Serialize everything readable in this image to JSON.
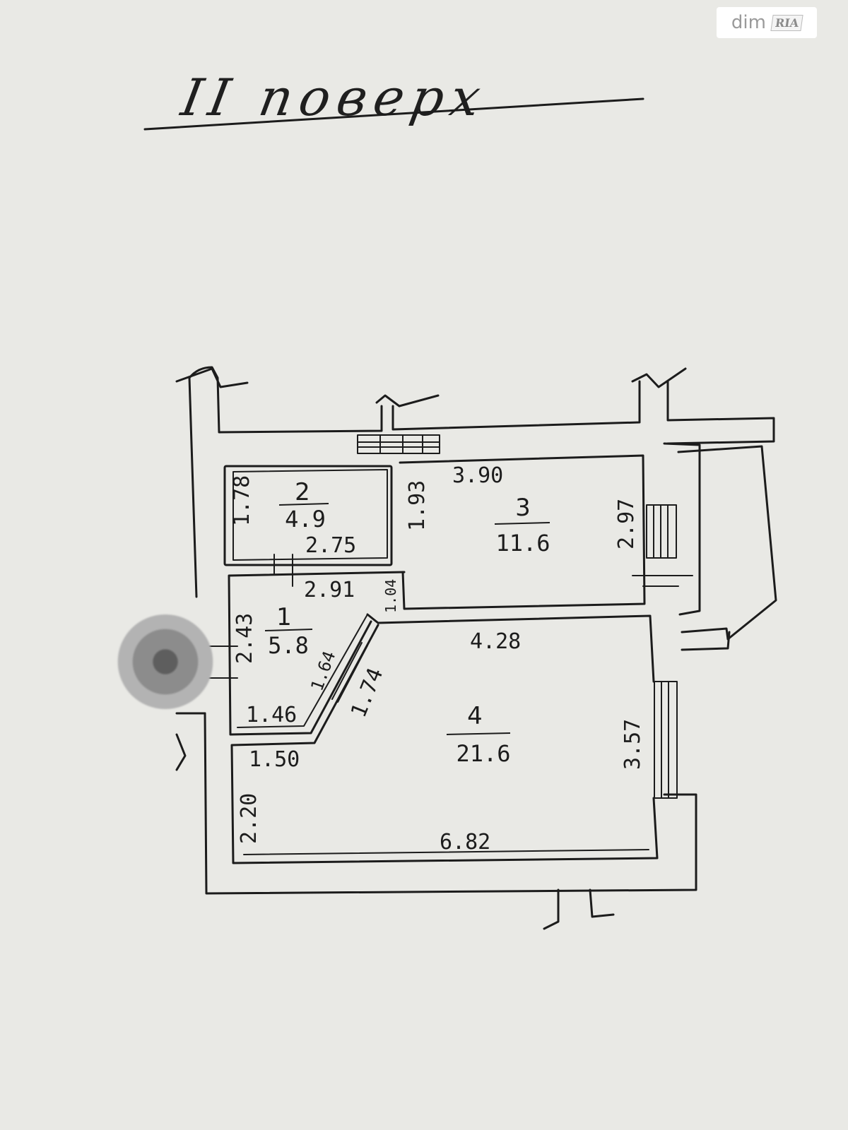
{
  "watermark": {
    "text": "dim",
    "logo": "RIA"
  },
  "title": "II поверх",
  "rooms": [
    {
      "id": "room-1",
      "number": "1",
      "area": "5.8"
    },
    {
      "id": "room-2",
      "number": "2",
      "area": "4.9"
    },
    {
      "id": "room-3",
      "number": "3",
      "area": "11.6"
    },
    {
      "id": "room-4",
      "number": "4",
      "area": "21.6"
    }
  ],
  "dimensions": {
    "r2_height": "1.78",
    "r2_width": "2.75",
    "r2_right": "1.93",
    "r3_width": "3.90",
    "r3_height": "2.97",
    "r1_top": "2.91",
    "r1_right": "1.04",
    "r1_left": "2.43",
    "r1_bottom": "1.46",
    "r1_diag": "1.64",
    "r4_diag": "1.74",
    "r4_top": "4.28",
    "r4_right": "3.57",
    "r4_left_top": "1.50",
    "r4_left": "2.20",
    "r4_bottom": "6.82"
  },
  "colors": {
    "ink": "#1c1c1c",
    "paper": "#e9e9e5"
  }
}
